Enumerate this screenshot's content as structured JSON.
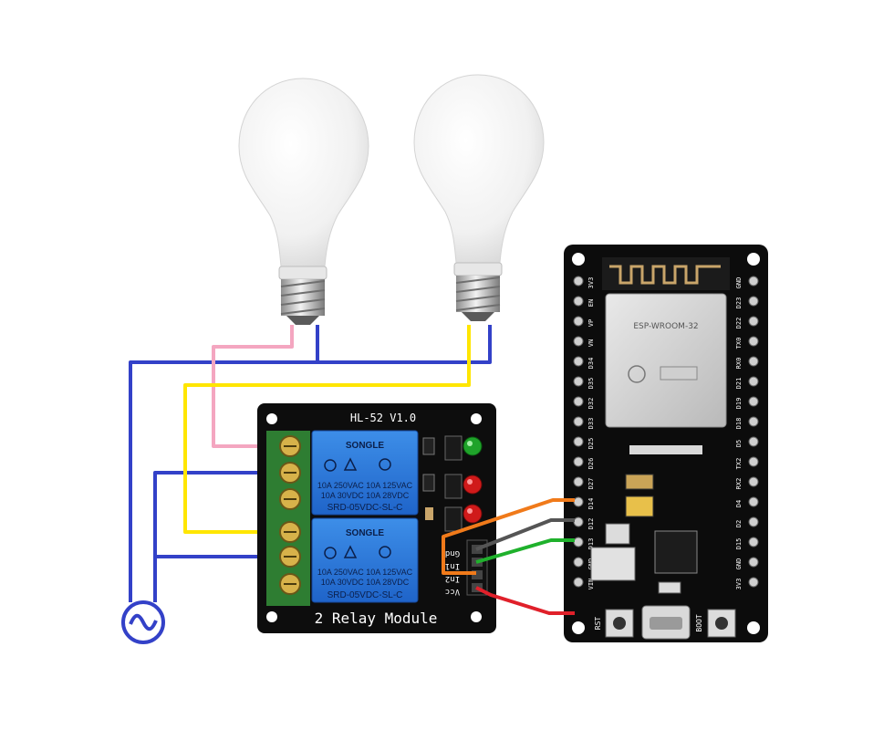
{
  "relay_module": {
    "version": "HL-52 V1.0",
    "label": "2 Relay Module",
    "relays": [
      {
        "brand": "SONGLE",
        "ratings": [
          "10A 250VAC 10A 125VAC",
          "10A 30VDC 10A 28VDC"
        ],
        "model": "SRD-05VDC-SL-C"
      },
      {
        "brand": "SONGLE",
        "ratings": [
          "10A 250VAC 10A 125VAC",
          "10A 30VDC 10A 28VDC"
        ],
        "model": "SRD-05VDC-SL-C"
      }
    ],
    "header_pins": [
      "Gnd",
      "In1",
      "In2",
      "Vcc"
    ]
  },
  "esp32": {
    "chip_label": "ESP-WROOM-32",
    "left_pins": [
      "3V3",
      "EN",
      "VP",
      "VN",
      "D34",
      "D35",
      "D32",
      "D33",
      "D25",
      "D26",
      "D27",
      "D14",
      "D12",
      "D13",
      "GND",
      "VIN"
    ],
    "right_pins": [
      "GND",
      "D23",
      "D22",
      "TX0",
      "RX0",
      "D21",
      "D19",
      "D18",
      "D5",
      "TX2",
      "RX2",
      "D4",
      "D2",
      "D15",
      "GND",
      "3V3"
    ],
    "buttons": [
      "RST",
      "BOOT"
    ]
  },
  "wire_colors": {
    "hot": "#f4a6c0",
    "neutral": "#3341c8",
    "lamp2": "#ffe600",
    "in1": "#1fb12c",
    "in2": "#f07a1a",
    "gnd": "#555555",
    "vcc": "#e0202a"
  }
}
